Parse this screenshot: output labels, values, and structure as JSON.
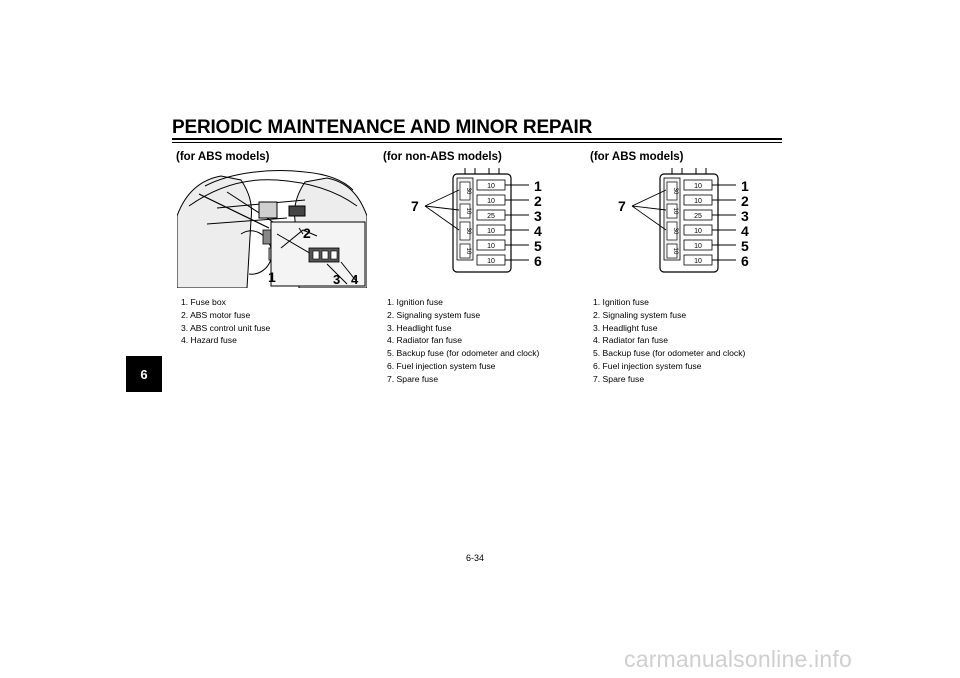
{
  "header": {
    "title": "PERIODIC MAINTENANCE AND MINOR REPAIR"
  },
  "chapter_tab": "6",
  "columns": [
    {
      "heading": "(for ABS models)",
      "legend": [
        "1. Fuse box",
        "2. ABS motor fuse",
        "3. ABS control unit fuse",
        "4. Hazard fuse"
      ]
    },
    {
      "heading": "(for non-ABS models)",
      "legend": [
        "1. Ignition fuse",
        "2. Signaling system fuse",
        "3. Headlight fuse",
        "4. Radiator fan fuse",
        "5. Backup fuse (for odometer and clock)",
        "6. Fuel injection system fuse",
        "7. Spare fuse"
      ]
    },
    {
      "heading": "(for ABS models)",
      "legend": [
        "1. Ignition fuse",
        "2. Signaling system fuse",
        "3. Headlight fuse",
        "4. Radiator fan fuse",
        "5. Backup fuse (for odometer and clock)",
        "6. Fuel injection system fuse",
        "7. Spare fuse"
      ]
    }
  ],
  "figure1": {
    "callouts": [
      "1",
      "2",
      "3",
      "4"
    ]
  },
  "fuse_figure": {
    "callouts": [
      "1",
      "2",
      "3",
      "4",
      "5",
      "6",
      "7"
    ],
    "fuse_ratings": [
      "10",
      "10",
      "25",
      "10",
      "10",
      "10"
    ],
    "spare_ratings": [
      "30",
      "10",
      "30",
      "10"
    ]
  },
  "footer": {
    "page_number": "6-34"
  },
  "watermark": "carmanualsonline.info"
}
